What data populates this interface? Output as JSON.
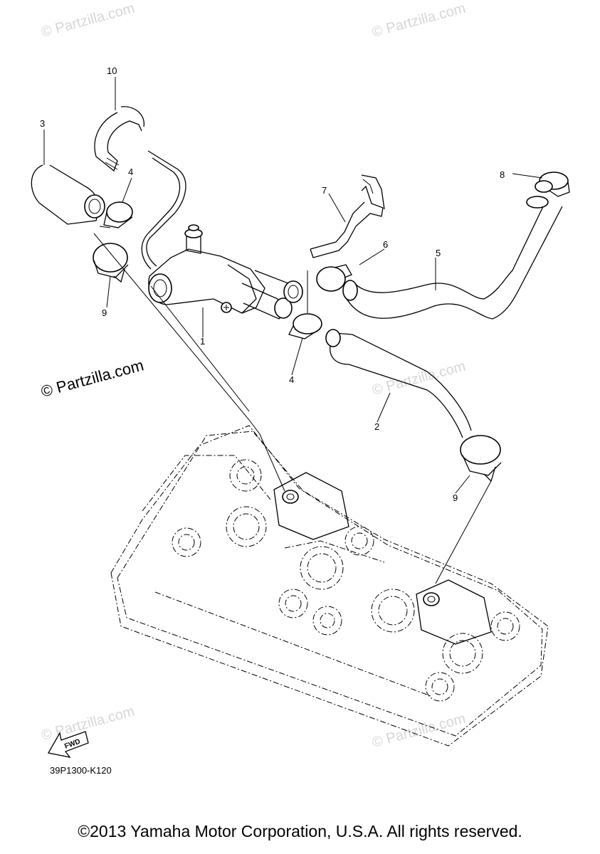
{
  "diagram": {
    "callouts": [
      "10",
      "3",
      "4",
      "7",
      "8",
      "6",
      "5",
      "9",
      "1",
      "4",
      "2",
      "9"
    ],
    "watermark": "© Partzilla.com",
    "fwd_label": "FWD",
    "figure_code": "39P1300-K120"
  },
  "footer": {
    "copyright": "©2013 Yamaha Motor Corporation, U.S.A. All rights reserved."
  }
}
